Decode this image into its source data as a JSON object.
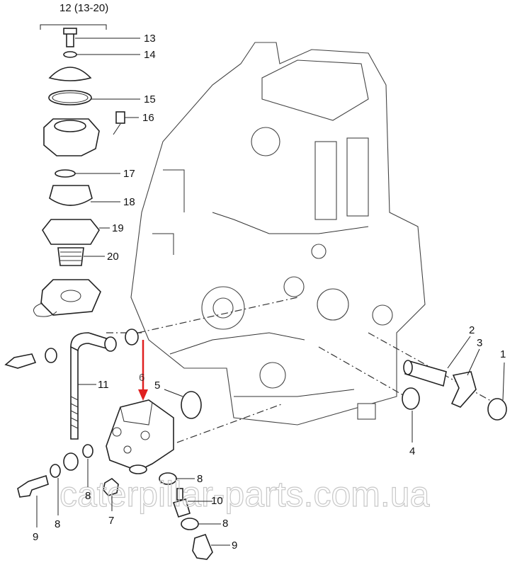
{
  "diagram": {
    "group_label": "12 (13-20)",
    "watermark": "caterpillar-parts.com.ua",
    "highlight_color": "#e02020",
    "callouts": {
      "p13": "13",
      "p14": "14",
      "p15": "15",
      "p16": "16",
      "p17": "17",
      "p18": "18",
      "p19": "19",
      "p20": "20",
      "p11": "11",
      "p6": "6",
      "p5": "5",
      "p2": "2",
      "p3": "3",
      "p1": "1",
      "p4": "4",
      "p8a": "8",
      "p8b": "8",
      "p8c": "8",
      "p8d": "8",
      "p9a": "9",
      "p9b": "9",
      "p7": "7",
      "p10": "10"
    }
  }
}
